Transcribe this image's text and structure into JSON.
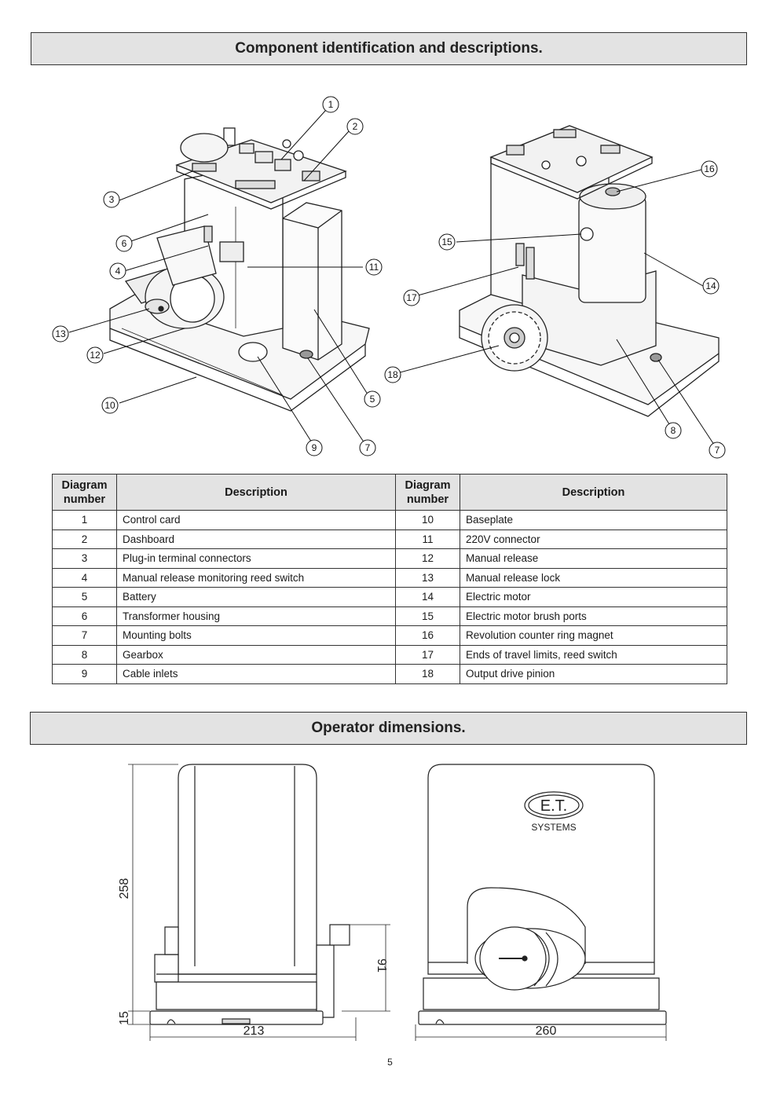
{
  "sections": {
    "components_title": "Component identification and descriptions.",
    "dimensions_title": "Operator dimensions."
  },
  "callouts": [
    "1",
    "2",
    "3",
    "4",
    "5",
    "6",
    "7",
    "8",
    "9",
    "10",
    "11",
    "12",
    "13",
    "14",
    "15",
    "16",
    "17",
    "18"
  ],
  "table": {
    "header_number": "Diagram number",
    "header_number_l1": "Diagram",
    "header_number_l2": "number",
    "header_description": "Description",
    "left_rows": [
      {
        "num": "1",
        "desc": "Control card"
      },
      {
        "num": "2",
        "desc": "Dashboard"
      },
      {
        "num": "3",
        "desc": "Plug-in terminal connectors"
      },
      {
        "num": "4",
        "desc": "Manual release monitoring reed switch"
      },
      {
        "num": "5",
        "desc": "Battery"
      },
      {
        "num": "6",
        "desc": "Transformer housing"
      },
      {
        "num": "7",
        "desc": "Mounting bolts"
      },
      {
        "num": "8",
        "desc": "Gearbox"
      },
      {
        "num": "9",
        "desc": "Cable inlets"
      }
    ],
    "right_rows": [
      {
        "num": "10",
        "desc": "Baseplate"
      },
      {
        "num": "11",
        "desc": "220V connector"
      },
      {
        "num": "12",
        "desc": "Manual release"
      },
      {
        "num": "13",
        "desc": "Manual release lock"
      },
      {
        "num": "14",
        "desc": "Electric motor"
      },
      {
        "num": "15",
        "desc": "Electric motor brush ports"
      },
      {
        "num": "16",
        "desc": "Revolution counter ring magnet"
      },
      {
        "num": "17",
        "desc": "Ends of travel limits, reed switch"
      },
      {
        "num": "18",
        "desc": "Output drive pinion"
      }
    ]
  },
  "dimensions": {
    "height": "258",
    "base_height": "15",
    "pinion_height": "91",
    "side_width": "213",
    "front_width": "260"
  },
  "logo": {
    "line1": "E.T.",
    "line2": "SYSTEMS"
  },
  "page_number": "5"
}
